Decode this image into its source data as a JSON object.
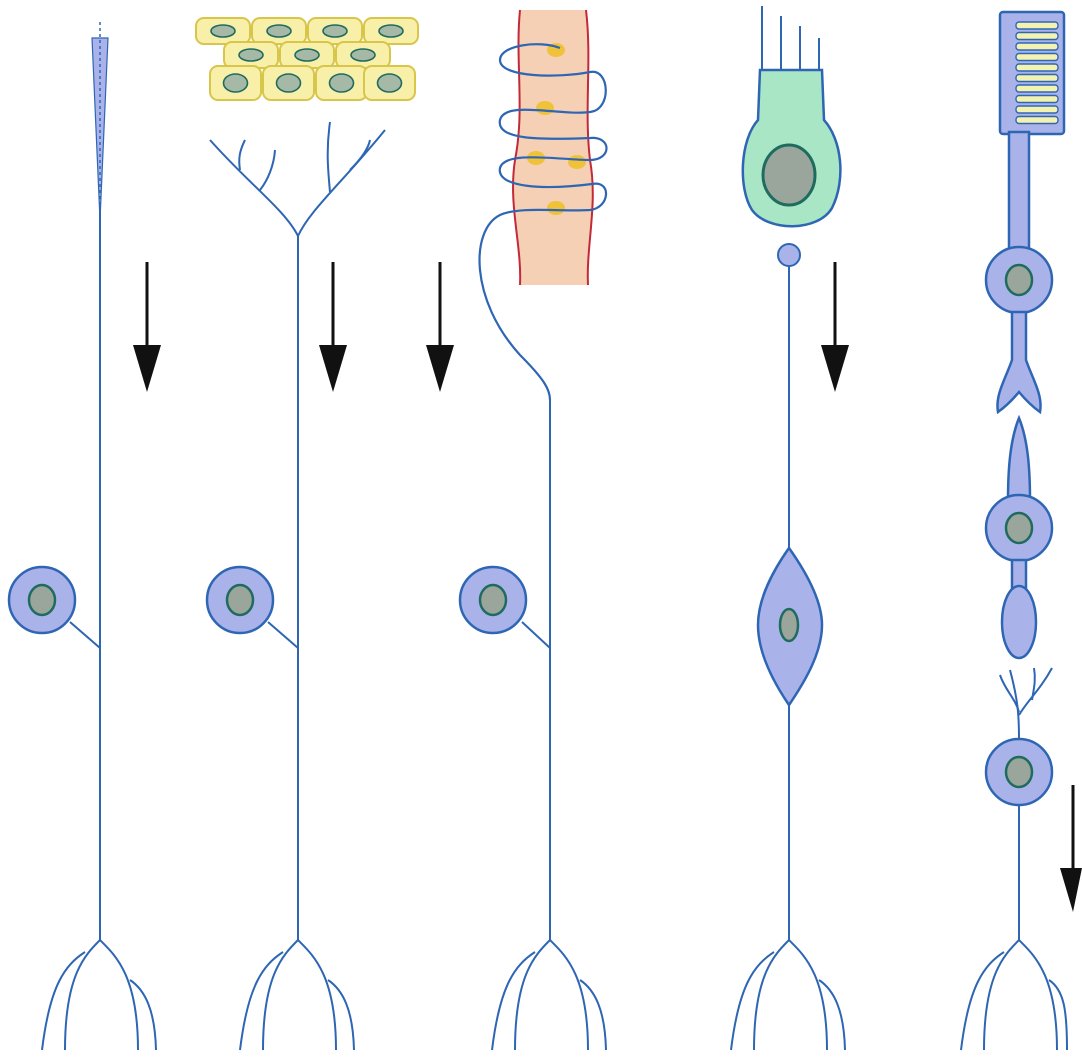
{
  "diagram": {
    "background": "#ffffff",
    "colors": {
      "nerve": "#2e66b4",
      "soma_fill": "#a9b3ea",
      "soma_stroke": "#2e66b4",
      "nucleus_fill": "#9aa59c",
      "nucleus_stroke": "#1f6b5e",
      "epithelium_fill": "#f8f0a8",
      "epithelium_stroke": "#d8c64a",
      "epithelium_nucleus": "#a6b8a6",
      "muscle_fill": "#f6d0b4",
      "muscle_edge": "#c22a3a",
      "muscle_dot": "#f0c23a",
      "hair_cell_fill": "#a8e6c6",
      "photoreceptor_outer": "#f4f2b0",
      "arrow": "#111111"
    },
    "panels": [
      {
        "name": "free-nerve-ending-neuron",
        "receptor": "free-ending",
        "soma": "round"
      },
      {
        "name": "epithelial-ending-neuron",
        "receptor": "epithelium",
        "soma": "round"
      },
      {
        "name": "muscle-spindle-neuron",
        "receptor": "muscle",
        "soma": "round"
      },
      {
        "name": "hair-cell-neuron",
        "receptor": "hair-cell",
        "soma": "bipolar"
      },
      {
        "name": "photoreceptor-chain",
        "receptor": "photoreceptor",
        "soma": "chain"
      }
    ],
    "arrows": [
      {
        "name": "arrow-1",
        "direction": "down"
      },
      {
        "name": "arrow-2",
        "direction": "down"
      },
      {
        "name": "arrow-3",
        "direction": "down"
      },
      {
        "name": "arrow-4",
        "direction": "down"
      },
      {
        "name": "arrow-5",
        "direction": "down"
      }
    ]
  }
}
